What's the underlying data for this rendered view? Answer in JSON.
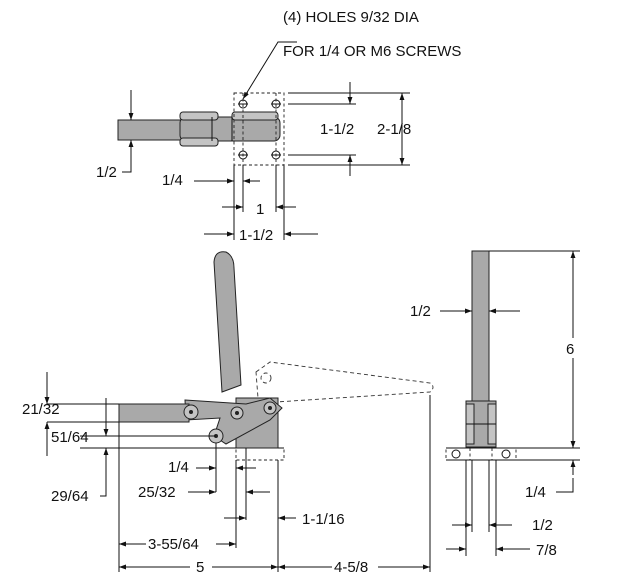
{
  "note": {
    "line1": "(4) HOLES 9/32 DIA",
    "line2": "FOR 1/4 OR M6 SCREWS"
  },
  "top_view": {
    "dim_hole_spacing_y": "1-1/2",
    "dim_base_width": "2-1/8",
    "dim_bar_thickness": "1/2",
    "dim_hole_offset": "1/4",
    "dim_hole_spacing_x": "1",
    "dim_base_length": "1-1/2"
  },
  "side_view": {
    "dim_arm_height_1": "21/32",
    "dim_arm_height_2": "51/64",
    "dim_pivot_height": "29/64",
    "dim_a": "1/4",
    "dim_b": "25/32",
    "dim_c": "1-1/16",
    "dim_d": "3-55/64",
    "dim_e": "5",
    "dim_f": "4-5/8"
  },
  "end_view": {
    "dim_handle_width": "1/2",
    "dim_height": "6",
    "dim_base_thickness": "1/4",
    "dim_bar_width": "1/2",
    "dim_base_width": "7/8"
  }
}
